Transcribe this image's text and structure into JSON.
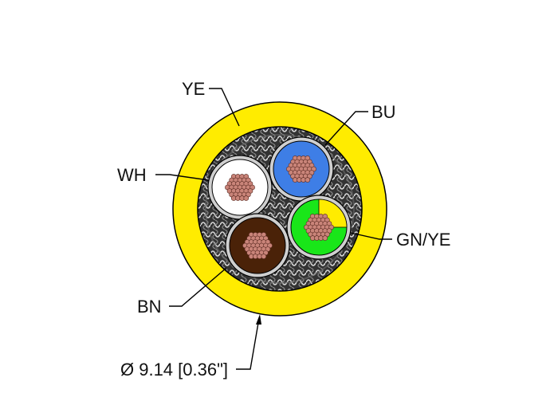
{
  "labels": {
    "jacket": "YE",
    "blue": "BU",
    "white": "WH",
    "green_yellow": "GN/YE",
    "brown": "BN",
    "diameter": "Ø 9.14 [0.36\"]"
  },
  "colors": {
    "jacket": "#ffec00",
    "inner_sheath": "#9a9a9a",
    "screen_braid": "#2b2b2b",
    "white_core": "#ffffff",
    "blue_core": "#3e7ee6",
    "green_core": "#19e619",
    "yellow_stripe": "#ffec00",
    "brown_core": "#4a2208",
    "conductor_copper": "#c98479"
  }
}
